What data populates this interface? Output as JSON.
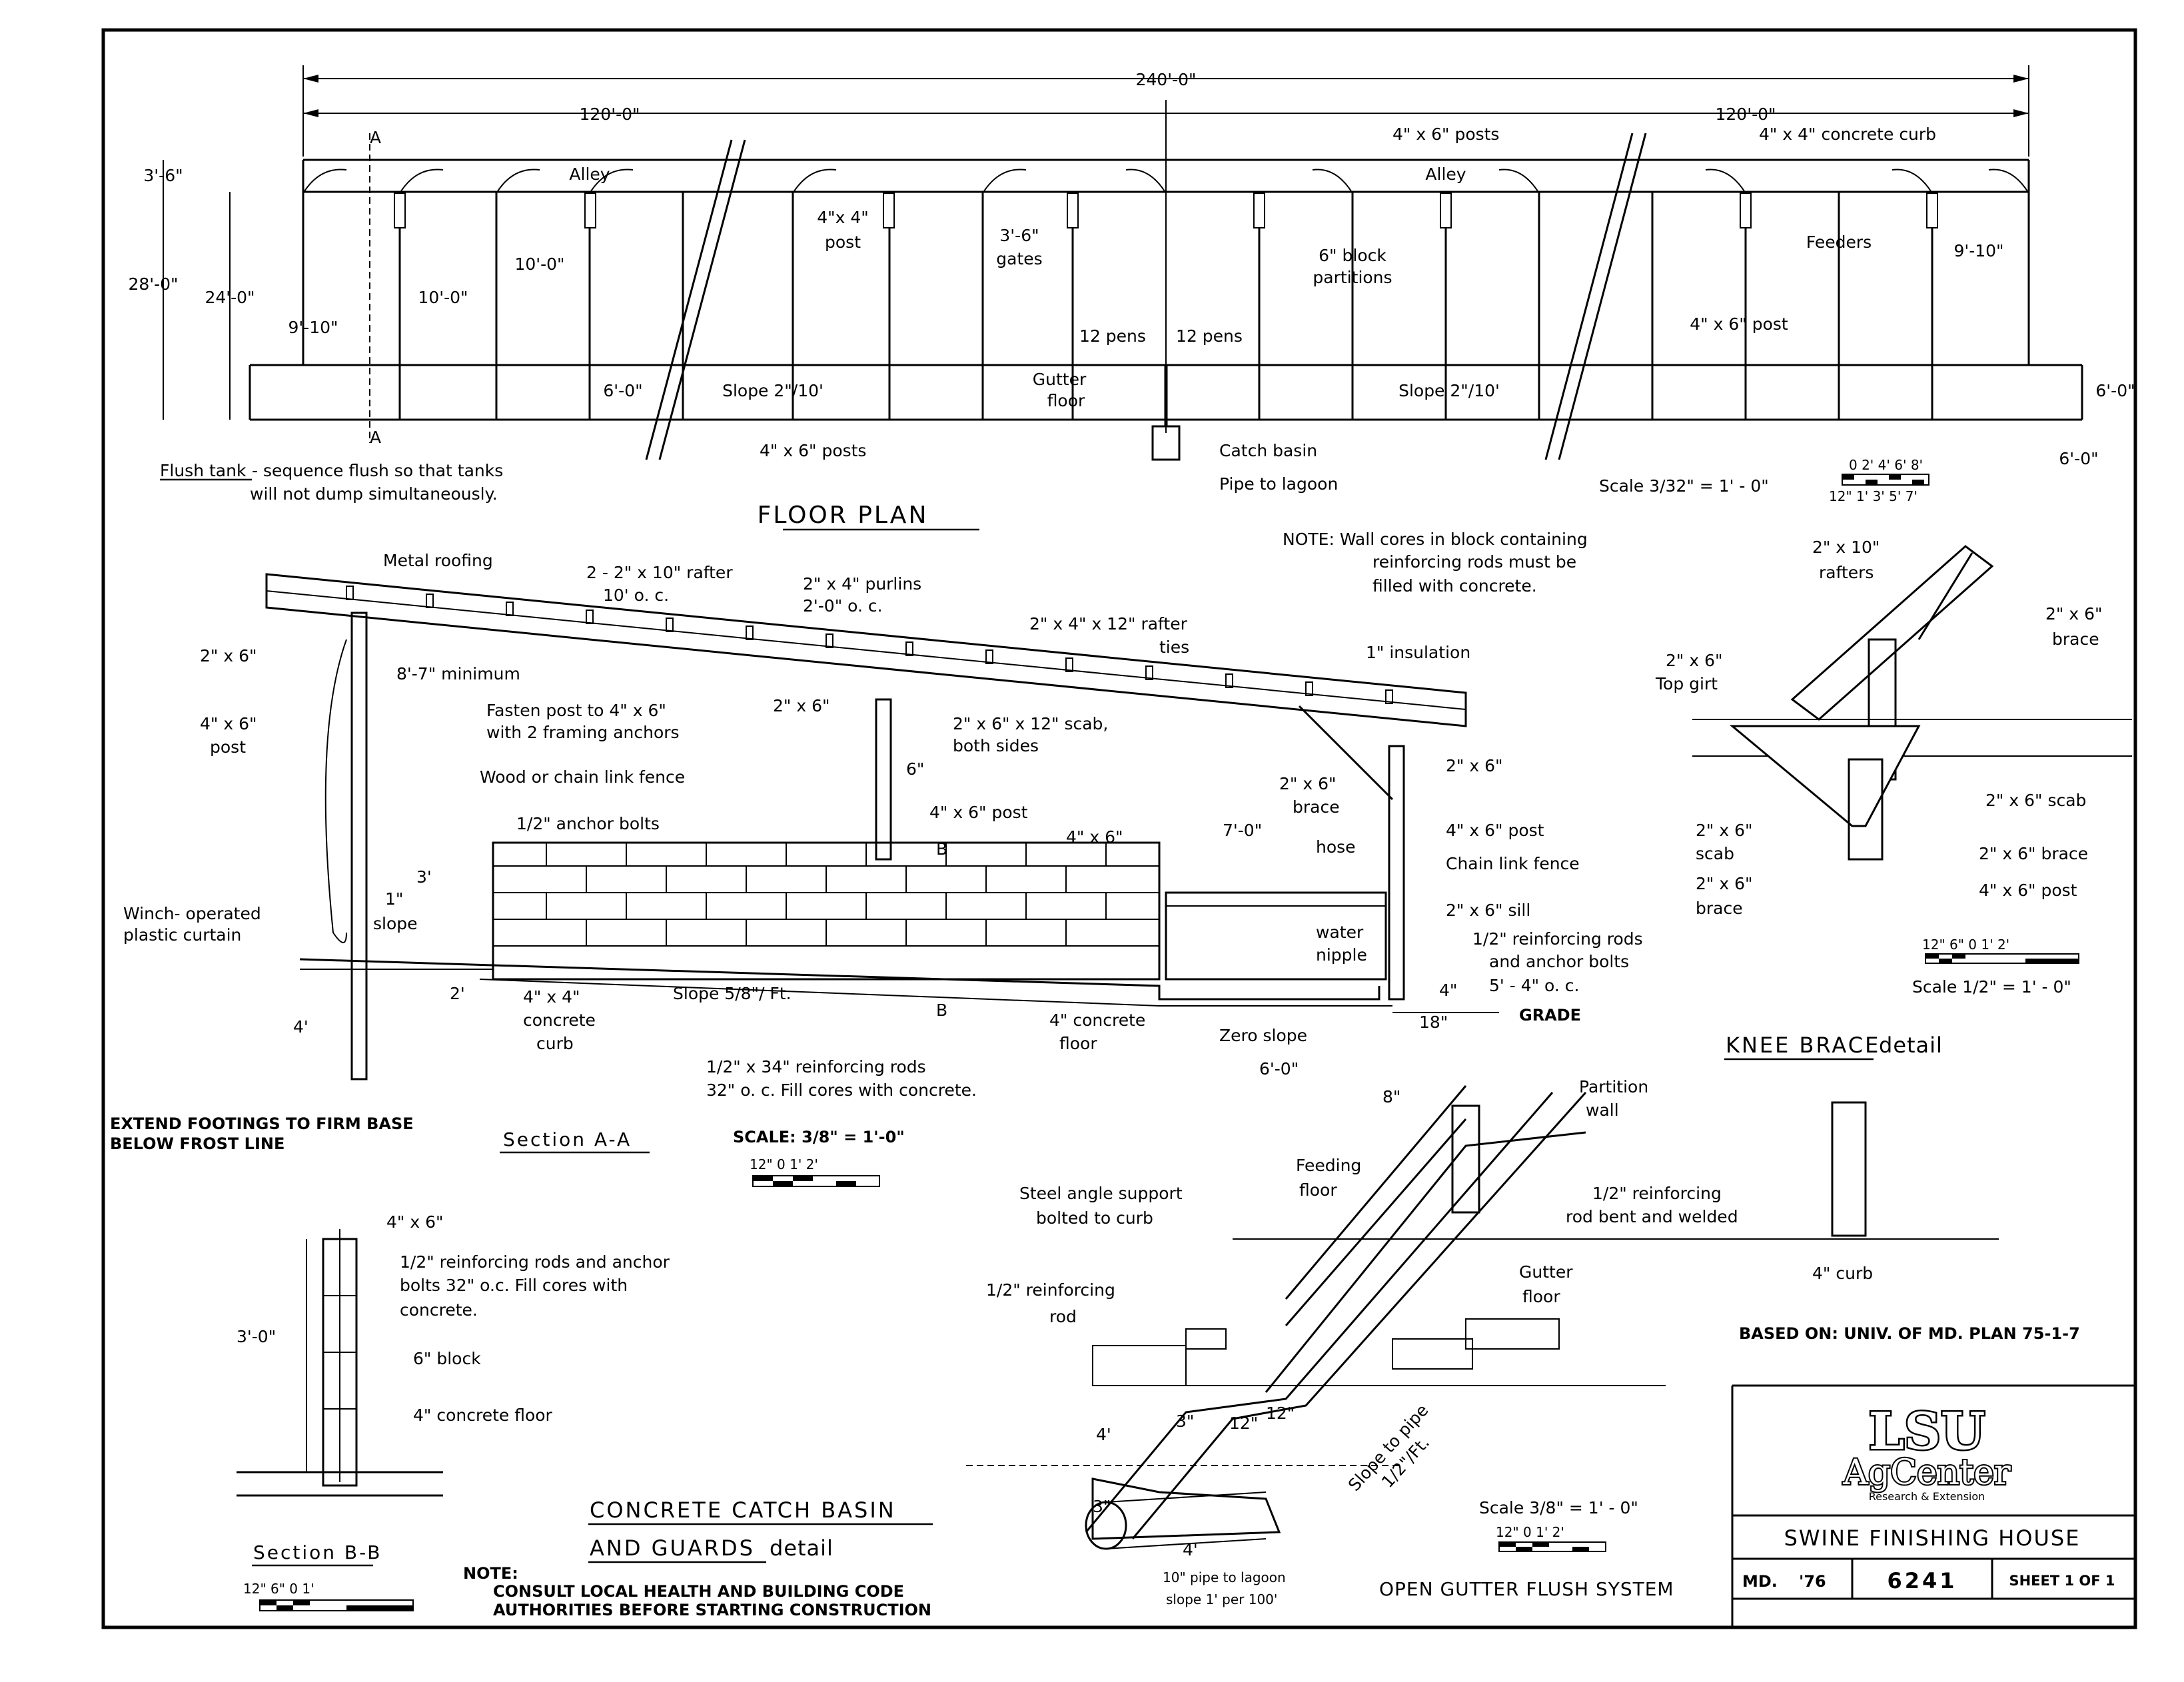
{
  "floor_plan": {
    "title": "FLOOR PLAN",
    "overall_length": "240'-0\"",
    "half_left": "120'-0\"",
    "half_right": "120'-0\"",
    "alley_left": "Alley",
    "alley_right": "Alley",
    "dim_3_6": "3'-6\"",
    "dim_28_0": "28'-0\"",
    "dim_24_0": "24'-0\"",
    "dim_9_10_left": "9'-10\"",
    "dim_10_0_a": "10'-0\"",
    "dim_10_0_b": "10'-0\"",
    "dim_6_0_left": "6'-0\"",
    "dim_6_0_right_top": "6'-0\"",
    "dim_6_0_right_bot": "6'-0\"",
    "dim_9_10_right": "9'-10\"",
    "section_mark": "A",
    "posts_4x6_top": "4\" x 6\" posts",
    "curb_4x4": "4\" x 4\" concrete curb",
    "post_4x4_l1": "4\"x 4\"",
    "post_4x4_l2": "post",
    "gates_l1": "3'-6\"",
    "gates_l2": "gates",
    "block_l1": "6\" block",
    "block_l2": "partitions",
    "feeders": "Feeders",
    "post_4x6_right": "4\" x 6\" post",
    "pens_left": "12 pens",
    "pens_right": "12 pens",
    "slope_left": "Slope 2\"/10'",
    "slope_right": "Slope 2\"/10'",
    "gutter_l1": "Gutter",
    "gutter_l2": "floor",
    "flush_tank": "Flush tank",
    "flush_tank_note_1": " - sequence flush so that tanks",
    "flush_tank_note_2": "will not dump simultaneously.",
    "posts_4x6_bottom": "4\" x 6\" posts",
    "catch_basin": "Catch basin",
    "pipe_to_lagoon": "Pipe to lagoon",
    "scale_text": "Scale 3/32\" = 1' - 0\"",
    "scale_top_ticks": "0 2' 4' 6' 8'",
    "scale_bottom_ticks": "12\" 1' 3' 5' 7'"
  },
  "section_aa": {
    "title": "Section A-A",
    "metal_roofing": "Metal roofing",
    "rafter_l1": "2 - 2\" x 10\" rafter",
    "rafter_l2": "10' o. c.",
    "purlins_l1": "2\" x 4\" purlins",
    "purlins_l2": "2'-0\" o. c.",
    "rafter_ties_l1": "2\" x 4\" x 12\" rafter",
    "rafter_ties_l2": "ties",
    "insulation": "1\" insulation",
    "note_l1": "NOTE:  Wall cores in block containing",
    "note_l2": "reinforcing rods must be",
    "note_l3": "filled with concrete.",
    "lbl_2x6_left": "2\" x 6\"",
    "min_height": "8'-7\" minimum",
    "post_l1": "4\" x 6\"",
    "post_l2": "post",
    "fasten_l1": "Fasten post to 4\" x 6\"",
    "fasten_l2": "with 2 framing anchors",
    "lbl_2x6_mid": "2\" x 6\"",
    "scab_l1": "2\" x 6\" x 12\" scab,",
    "scab_l2": "both sides",
    "fence": "Wood or chain link fence",
    "anchor_bolts": "1/2\" anchor bolts",
    "dim_6in": "6\"",
    "post_4x6_mid": "4\" x 6\" post",
    "lbl_4x6_wall": "4\" x 6\"",
    "brace_l1": "2\" x 6\"",
    "brace_l2": "brace",
    "lbl_2x6_right": "2\" x 6\"",
    "dim_7_0": "7'-0\"",
    "hose": "hose",
    "post_4x6_right": "4\" x 6\" post",
    "chain_link": "Chain link fence",
    "sill": "2\" x 6\" sill",
    "water": "water",
    "nipple": "nipple",
    "rods_l1": "1/2\" reinforcing rods",
    "rods_l2": "and anchor bolts",
    "rods_l3": "5' - 4\" o. c.",
    "curtain_l1": "Winch- operated",
    "curtain_l2": "plastic curtain",
    "dim_3": "3'",
    "dim_1": "1\"",
    "slope": "slope",
    "mark_b": "B",
    "dim_2": "2'",
    "dim_4": "4'",
    "curb_l1": "4\" x 4\"",
    "curb_l2": "concrete",
    "curb_l3": "curb",
    "slope_58": "Slope 5/8\"/ Ft.",
    "floor_l1": "4\" concrete",
    "floor_l2": "floor",
    "zero_slope": "Zero slope",
    "dim_4in": "4\"",
    "dim_18": "18\"",
    "grade": "GRADE",
    "dim_6_0": "6'-0\"",
    "dim_8": "8\"",
    "reinf_l1": "1/2\" x 34\" reinforcing rods",
    "reinf_l2": "32\" o. c.  Fill cores with concrete.",
    "footing_l1": "EXTEND FOOTINGS TO FIRM BASE",
    "footing_l2": "BELOW FROST LINE",
    "scale_text": "SCALE: 3/8\" = 1'-0\"",
    "scale_ticks": "12\"   0    1'    2'"
  },
  "knee_brace": {
    "title_main": "KNEE BRACE",
    "title_sub": " detail",
    "rafters_l1": "2\" x 10\"",
    "rafters_l2": "rafters",
    "brace_top_l1": "2\" x 6\"",
    "brace_top_l2": "brace",
    "girt_l1": "2\" x 6\"",
    "girt_l2": "Top girt",
    "scab_right": "2\" x 6\" scab",
    "scab_left_l1": "2\" x 6\"",
    "scab_left_l2": "scab",
    "brace_right": "2\" x 6\" brace",
    "brace_left_l1": "2\" x 6\"",
    "brace_left_l2": "brace",
    "post_right": "4\" x 6\" post",
    "scale_ticks": "12\" 6\"  0        1'        2'",
    "scale_text": "Scale 1/2\" = 1' - 0\""
  },
  "section_bb": {
    "title": "Section B-B",
    "lbl_4x6": "4\" x 6\"",
    "rods_l1": "1/2\" reinforcing rods and anchor",
    "rods_l2": "bolts 32\" o.c.  Fill cores with",
    "rods_l3": "concrete.",
    "dim_3_0": "3'-0\"",
    "block": "6\" block",
    "floor": "4\" concrete floor",
    "scale_ticks": "12\"   6\"   0              1'"
  },
  "catch_basin": {
    "title_l1": "CONCRETE  CATCH  BASIN",
    "title_l2_main": "AND  GUARDS",
    "title_l2_sub": " detail",
    "note_head": "NOTE:",
    "note_l1": "CONSULT LOCAL HEALTH AND BUILDING CODE",
    "note_l2": "AUTHORITIES BEFORE STARTING CONSTRUCTION",
    "partition_l1": "Partition",
    "partition_l2": "wall",
    "feeding_l1": "Feeding",
    "feeding_l2": "floor",
    "angle_l1": "Steel angle support",
    "angle_l2": "bolted to curb",
    "bent_l1": "1/2\" reinforcing",
    "bent_l2": "rod bent and welded",
    "rod_l1": "1/2\" reinforcing",
    "rod_l2": "rod",
    "gutter_l1": "Gutter",
    "gutter_l2": "floor",
    "curb": "4\" curb",
    "dim_4a": "4'",
    "dim_3a": "3\"",
    "dim_12a": "12\"",
    "dim_12b": "12\"",
    "dim_3b": "3\"",
    "dim_4b": "4'",
    "slope_l1": "Slope to pipe",
    "slope_l2": "1/2\"/Ft.",
    "pipe_l1": "10\" pipe to lagoon",
    "pipe_l2": "slope 1' per 100'",
    "scale_text": "Scale 3/8\" = 1' - 0\"",
    "scale_ticks": "12\"   0    1'    2'",
    "system_title": "OPEN GUTTER FLUSH SYSTEM"
  },
  "title_block": {
    "based_on": "BASED ON: UNIV. OF MD. PLAN 75-1-7",
    "logo_main": "LSU",
    "logo_sub": "AgCenter",
    "logo_tag": "Research & Extension",
    "drawing_title": "SWINE FINISHING HOUSE",
    "state": "MD.",
    "year": "'76",
    "plan_no": "6241",
    "sheet": "SHEET 1 OF 1"
  }
}
